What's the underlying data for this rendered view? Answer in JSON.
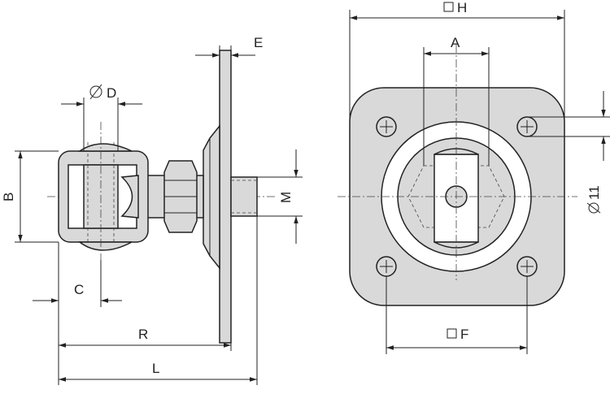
{
  "labels": {
    "E": "E",
    "D": "D",
    "B": "B",
    "M": "M",
    "C": "C",
    "R": "R",
    "L": "L",
    "H": "H",
    "A": "A",
    "F": "F",
    "hole": "11"
  },
  "colors": {
    "line": "#222222",
    "fill": "#d9d9d9",
    "background": "#ffffff"
  }
}
